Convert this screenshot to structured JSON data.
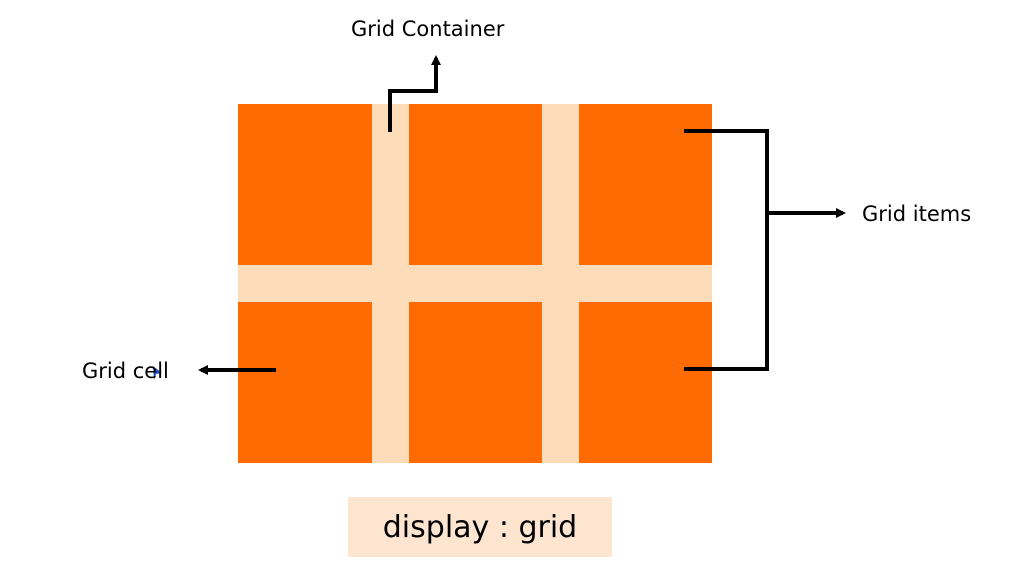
{
  "labels": {
    "grid_container": "Grid Container",
    "grid_items": "Grid items",
    "grid_cell": "Grid cell"
  },
  "caption": "display : grid",
  "colors": {
    "item_fill": "#ff6b00",
    "gap_fill": "#fddcb9",
    "caption_bg": "#fde5d0",
    "arrow": "#000000",
    "cursor": "#1f4fc4"
  },
  "grid": {
    "rows": 2,
    "columns": 3
  }
}
